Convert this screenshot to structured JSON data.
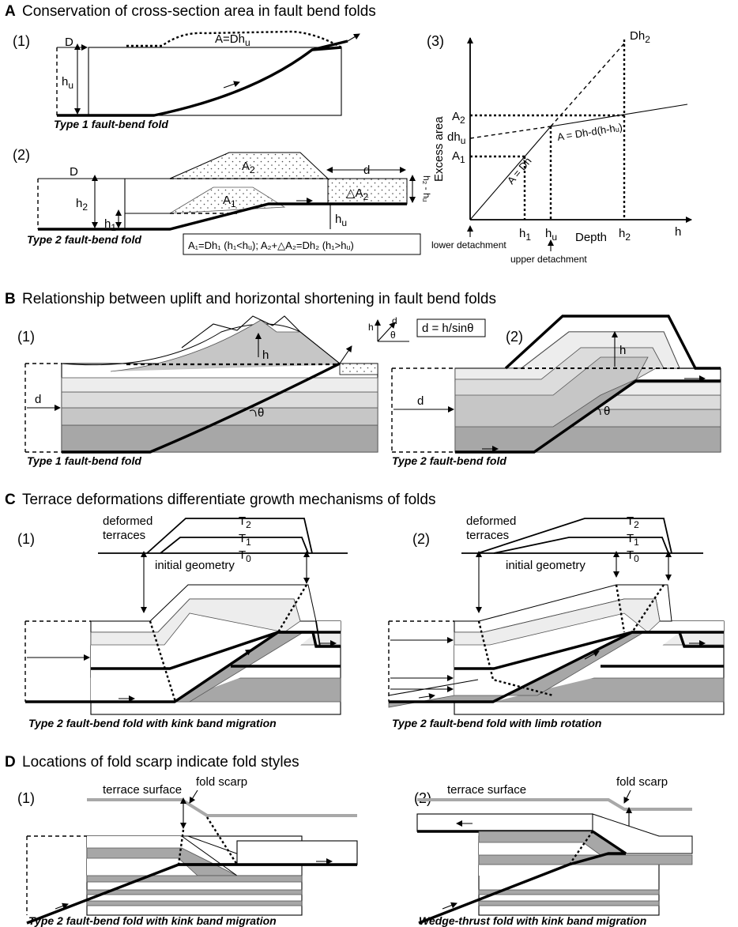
{
  "panelA": {
    "letter": "A",
    "title": "Conservation of cross-section area in fault bend folds",
    "sub1": {
      "num": "(1)",
      "D": "D",
      "hu_main": "h",
      "hu_sub": "u",
      "area_main": "A=Dh",
      "area_sub": "u",
      "caption": "Type 1 fault-bend fold"
    },
    "sub2": {
      "num": "(2)",
      "D": "D",
      "d": "d",
      "A2_main": "A",
      "A2_sub": "2",
      "A1_main": "A",
      "A1_sub": "1",
      "dA2_main": "△A",
      "dA2_sub": "2",
      "h2_main": "h",
      "h2_sub": "2",
      "h1_main": "h",
      "h1_sub": "1",
      "hu_main": "h",
      "hu_sub": "u",
      "h2hu": "h₂ - hᵤ",
      "caption": "Type 2 fault-bend fold",
      "formula": "A₁=Dh₁ (h₁<hᵤ); A₂+△A₂=Dh₂ (h₁>hᵤ)"
    },
    "sub3": {
      "num": "(3)",
      "yaxis": "Excess area",
      "xaxis": "Depth",
      "xend": "h",
      "Dh2_main": "Dh",
      "Dh2_sub": "2",
      "A2_main": "A",
      "A2_sub": "2",
      "dhu_main": "dh",
      "dhu_sub": "u",
      "A1_main": "A",
      "A1_sub": "1",
      "line1": "A = Dh",
      "line2": "A = Dh-d(h-hᵤ)",
      "tick1_main": "h",
      "tick1_sub": "1",
      "tick2_main": "h",
      "tick2_sub": "u",
      "tick3_main": "h",
      "tick3_sub": "2",
      "lower": "lower detachment",
      "upper": "upper detachment"
    }
  },
  "panelB": {
    "letter": "B",
    "title": "Relationship between uplift and horizontal shortening in fault bend folds",
    "sub1": {
      "num": "(1)",
      "h": "h",
      "d": "d",
      "theta": "θ",
      "caption": "Type 1 fault-bend fold"
    },
    "inset": {
      "h": "h",
      "d": "d",
      "theta": "θ",
      "formula": "d = h/sinθ"
    },
    "sub2": {
      "num": "(2)",
      "h": "h",
      "d": "d",
      "theta": "θ",
      "caption": "Type 2 fault-bend fold"
    }
  },
  "panelC": {
    "letter": "C",
    "title": "Terrace deformations differentiate growth mechanisms of folds",
    "sub1": {
      "num": "(1)",
      "deformed1": "deformed",
      "deformed2": "terraces",
      "T2_main": "T",
      "T2_sub": "2",
      "T1_main": "T",
      "T1_sub": "1",
      "T0_main": "T",
      "T0_sub": "0",
      "initial": "initial geometry",
      "caption": "Type 2 fault-bend fold with kink band migration"
    },
    "sub2": {
      "num": "(2)",
      "deformed1": "deformed",
      "deformed2": "terraces",
      "T2_main": "T",
      "T2_sub": "2",
      "T1_main": "T",
      "T1_sub": "1",
      "T0_main": "T",
      "T0_sub": "0",
      "initial": "initial geometry",
      "caption": "Type 2 fault-bend fold with limb rotation"
    }
  },
  "panelD": {
    "letter": "D",
    "title": "Locations of fold scarp indicate fold styles",
    "sub1": {
      "num": "(1)",
      "terrace": "terrace surface",
      "scarp": "fold scarp",
      "caption": "Type 2 fault-bend fold with kink band migration"
    },
    "sub2": {
      "num": "(2)",
      "terrace": "terrace surface",
      "scarp": "fold scarp",
      "caption": "Wedge-thrust fold with kink band migration"
    }
  }
}
